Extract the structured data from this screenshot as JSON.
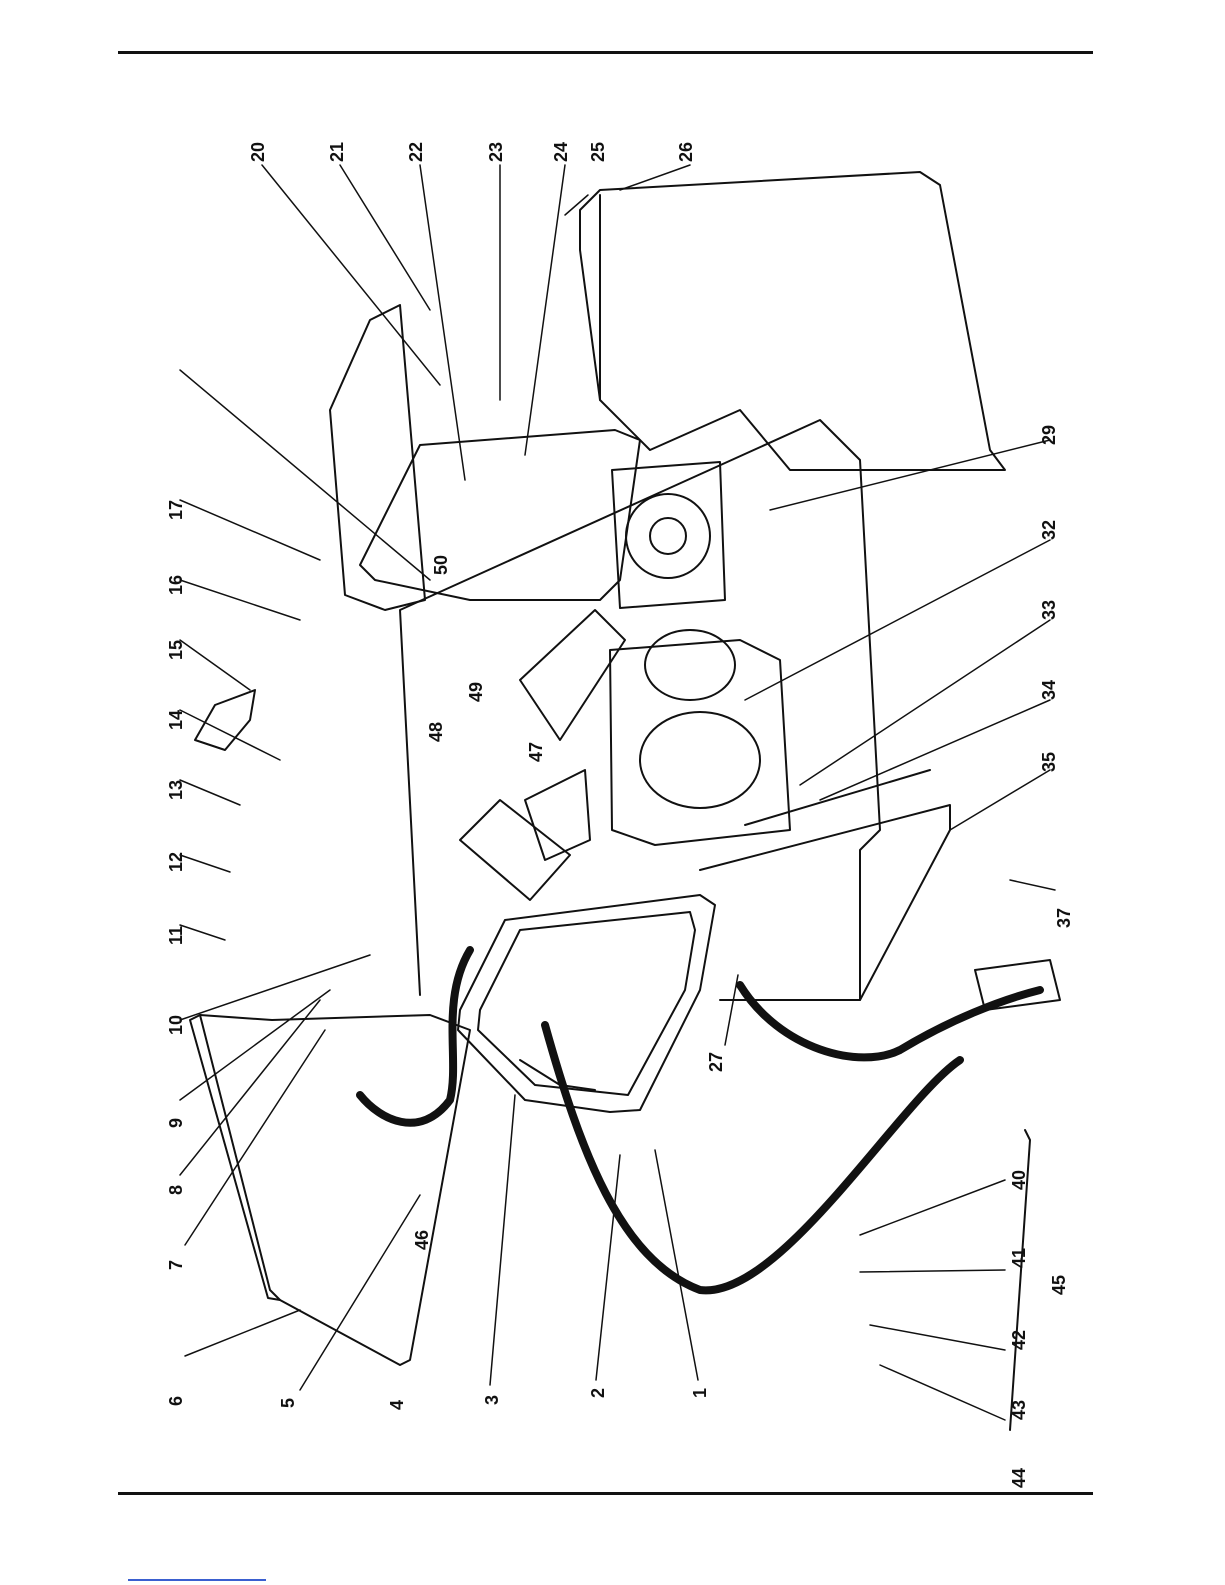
{
  "labels": {
    "l1": "1",
    "l2": "2",
    "l3": "3",
    "l4": "4",
    "l5": "5",
    "l6": "6",
    "l7": "7",
    "l8": "8",
    "l9": "9",
    "l10": "10",
    "l11": "11",
    "l12": "12",
    "l13": "13",
    "l14": "14",
    "l15": "15",
    "l16": "16",
    "l17": "17",
    "l20": "20",
    "l21": "21",
    "l22": "22",
    "l23": "23",
    "l24": "24",
    "l25": "25",
    "l26": "26",
    "l27": "27",
    "l29": "29",
    "l32": "32",
    "l33": "33",
    "l34": "34",
    "l35": "35",
    "l37": "37",
    "l40": "40",
    "l41": "41",
    "l42": "42",
    "l43": "43",
    "l44": "44",
    "l45": "45",
    "l46": "46",
    "l47": "47",
    "l48": "48",
    "l49": "49",
    "l50": "50"
  },
  "colors": {
    "ink": "#111111",
    "link": "#3a5fd0"
  }
}
